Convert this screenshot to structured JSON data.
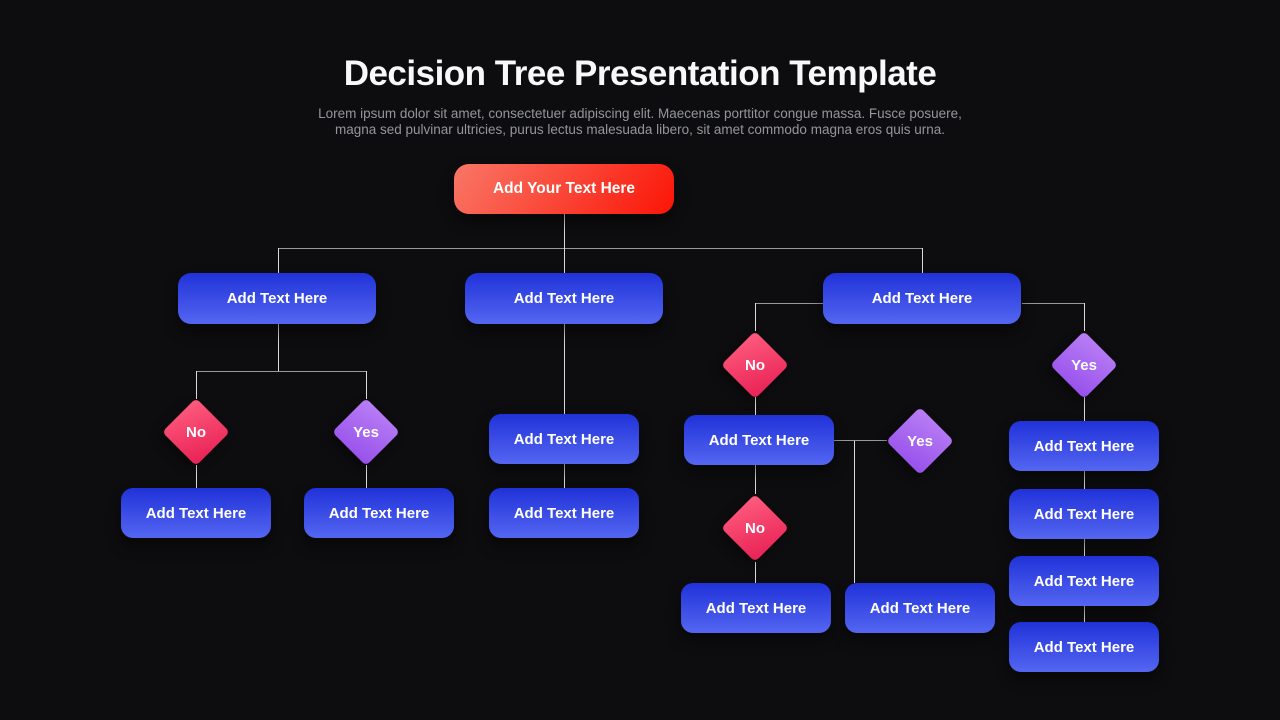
{
  "slide": {
    "title": "Decision Tree Presentation Template",
    "subtitle_line1": "Lorem ipsum dolor sit amet, consectetuer adipiscing elit. Maecenas porttitor congue massa. Fusce posuere,",
    "subtitle_line2": "magna sed pulvinar ultricies, purus lectus malesuada libero, sit amet commodo magna eros quis urna."
  },
  "tree": {
    "root": {
      "label": "Add Your Text Here"
    },
    "level2": [
      {
        "label": "Add Text Here"
      },
      {
        "label": "Add Text Here"
      },
      {
        "label": "Add Text Here"
      }
    ],
    "left_branch": {
      "no_label": "No",
      "yes_label": "Yes",
      "no_child_label": "Add Text Here",
      "yes_child_label": "Add Text Here"
    },
    "middle_branch": {
      "child1_label": "Add Text Here",
      "child2_label": "Add Text Here"
    },
    "right_branch": {
      "no1_label": "No",
      "no1_child_label": "Add Text Here",
      "yes_label": "Yes",
      "yes_child_label": "Add Text Here",
      "no2_label": "No",
      "no2_child_label": "Add Text Here"
    },
    "far_right_branch": {
      "yes_label": "Yes",
      "children": [
        {
          "label": "Add Text Here"
        },
        {
          "label": "Add Text Here"
        },
        {
          "label": "Add Text Here"
        },
        {
          "label": "Add Text Here"
        }
      ]
    }
  },
  "colors": {
    "background": "#0d0d0f",
    "title_color": "#f8f8f8",
    "subtitle_color": "#94969b",
    "root_grad_a": "#f97767",
    "root_grad_b": "#fb1506",
    "node_grad_a": "#2032d8",
    "node_grad_b": "#5466f1",
    "no_grad_a": "#ff5c7e",
    "no_grad_b": "#e82155",
    "yes_grad_a": "#b97ff5",
    "yes_grad_b": "#9750eb",
    "line_h": "#97999c",
    "line_v": "#d9dadb",
    "node_text": "#ffffff"
  }
}
